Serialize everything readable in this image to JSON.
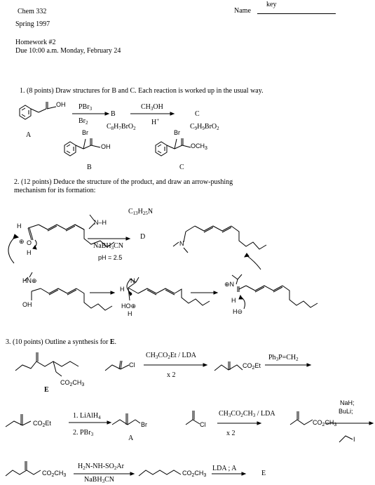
{
  "header": {
    "course": "Chem 332",
    "term": "Spring 1997",
    "name_label": "Name",
    "name_value": "key",
    "hw_title": "Homework #2",
    "due": "Due 10:00 a.m. Monday,  February 24"
  },
  "q1": {
    "prompt": "1.  (8 points) Draw structures for B and C. Each reaction is worked up in the usual way.",
    "oh": "OH",
    "label_a": "A",
    "reagent1_top": "PBr3",
    "reagent1_bottom": "Br2",
    "b": "B",
    "b_formula": "C8H7BrO2",
    "reagent2_top": "CH3OH",
    "reagent2_bottom": "H+",
    "c": "C",
    "c_formula": "C9H9BrO2",
    "br_b": "Br",
    "oh_b": "OH",
    "label_b": "B",
    "br_c": "Br",
    "och3_c": "OCH3",
    "label_c": "C"
  },
  "q2": {
    "prompt_line1": "2.  (12 points)  Deduce the structure of the product, and draw an arrow-pushing",
    "prompt_line2": "mechanism for its formation:",
    "formula": "C13H25N",
    "nh": "N–H",
    "nabh3cn": "NaBH3CN",
    "ph": "pH = 2.5",
    "d": "D",
    "h1": "H",
    "o1": "O",
    "h2": "H",
    "n_label": "N",
    "n1": "N",
    "h3": "H",
    "oh1": "OH",
    "n2": "N",
    "h4": "H",
    "ho": "HO",
    "h5": "H",
    "n3": "N",
    "h6": "H",
    "h7": "H"
  },
  "q3": {
    "prompt_pre": "3. (10 points) Outline a synthesis for ",
    "prompt_e": "E",
    "prompt_post": ".",
    "e_ester": "CO2CH3",
    "e_label": "E",
    "cl1": "Cl",
    "reagent1": "CH3CO2Et / LDA",
    "x2a": "x 2",
    "co2et1": "CO2Et",
    "wittig": "Ph3P=CH2",
    "co2et2": "CO2Et",
    "lialh4": "1. LiAlH4",
    "pbr3": "2. PBr3",
    "br_a": "Br",
    "label_a": "A",
    "cl2": "Cl",
    "reagent2": "CH3CO2CH3 / LDA",
    "x2b": "x 2",
    "ketoester": "CO2CH3",
    "nah": "NaH;",
    "buli": "BuLi;",
    "iodide": "I",
    "keto2": "CO2CH3",
    "hydrazine": "H2N-NH-SO2Ar",
    "nabh3cn2": "NaBH3CN",
    "ester3": "CO2CH3",
    "lda_a": "LDA ; A",
    "final_e": "E"
  }
}
